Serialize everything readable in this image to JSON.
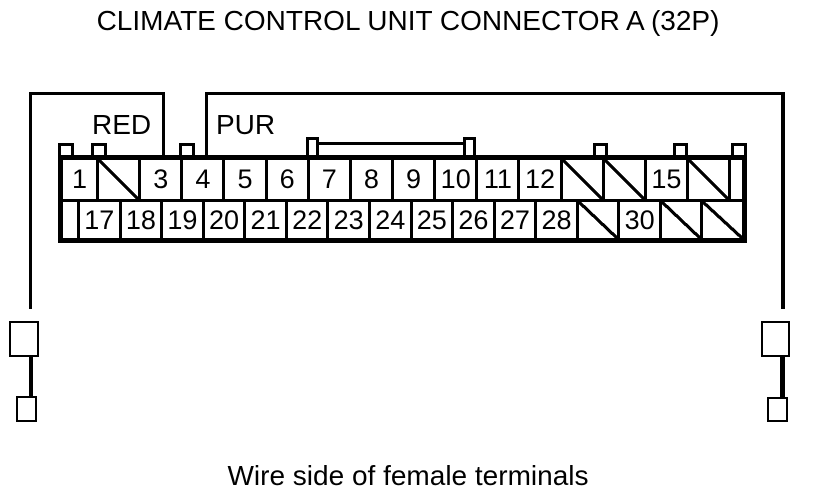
{
  "title": "CLIMATE CONTROL UNIT CONNECTOR A (32P)",
  "caption": "Wire side of female terminals",
  "wire_labels": {
    "left": "RED",
    "right": "PUR"
  },
  "colors": {
    "line": "#000000",
    "background": "#ffffff"
  },
  "connector": {
    "label": "A (32P)",
    "rows": [
      {
        "cells": [
          {
            "pin": "1"
          },
          {
            "slashed": true
          },
          {
            "pin": "3"
          },
          {
            "pin": "4"
          },
          {
            "pin": "5"
          },
          {
            "pin": "6"
          },
          {
            "pin": "7"
          },
          {
            "pin": "8"
          },
          {
            "pin": "9"
          },
          {
            "pin": "10"
          },
          {
            "pin": "11"
          },
          {
            "pin": "12"
          },
          {
            "slashed": true
          },
          {
            "slashed": true
          },
          {
            "pin": "15"
          },
          {
            "slashed": true
          },
          {
            "blank": true
          }
        ]
      },
      {
        "cells": [
          {
            "blank": true
          },
          {
            "pin": "17"
          },
          {
            "pin": "18"
          },
          {
            "pin": "19"
          },
          {
            "pin": "20"
          },
          {
            "pin": "21"
          },
          {
            "pin": "22"
          },
          {
            "pin": "23"
          },
          {
            "pin": "24"
          },
          {
            "pin": "25"
          },
          {
            "pin": "26"
          },
          {
            "pin": "27"
          },
          {
            "pin": "28"
          },
          {
            "slashed": true
          },
          {
            "pin": "30"
          },
          {
            "slashed": true
          },
          {
            "slashed": true
          }
        ]
      }
    ]
  }
}
